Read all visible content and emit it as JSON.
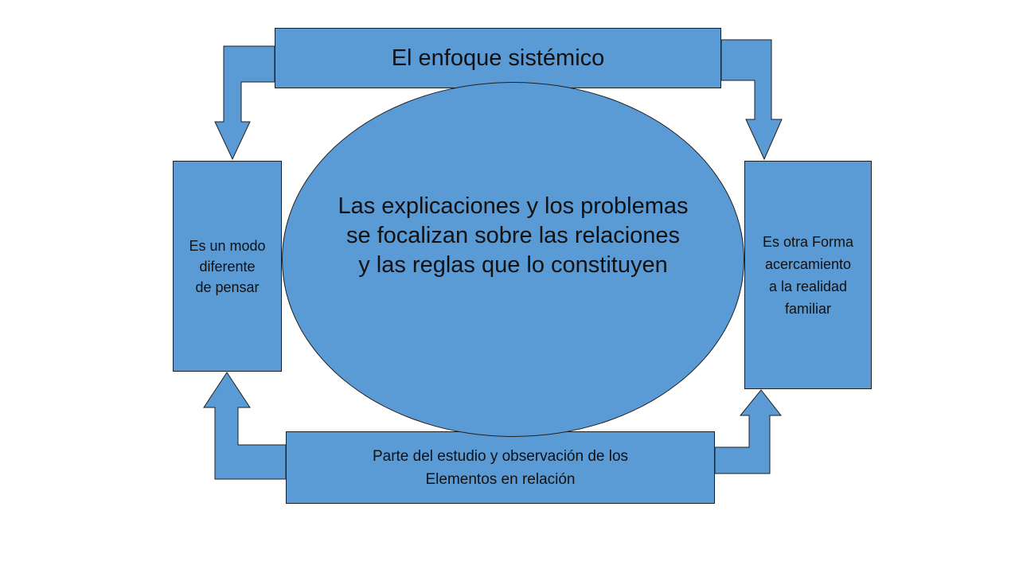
{
  "diagram": {
    "top_box": {
      "text": "El enfoque sistémico"
    },
    "center_ellipse": {
      "text": "Las explicaciones  y los problemas\nse focalizan sobre las relaciones\ny las reglas que lo constituyen"
    },
    "left_box": {
      "text": "Es un modo\ndiferente\n de pensar"
    },
    "right_box": {
      "text": "Es otra Forma\nacercamiento\na la realidad\nfamiliar"
    },
    "bottom_box": {
      "text": "Parte del estudio y observación de los\nElementos en relación"
    }
  },
  "colors": {
    "shape_fill": "#5b9bd5",
    "shape_stroke": "#1f1f1f",
    "text": "#111111",
    "background": "#ffffff"
  }
}
